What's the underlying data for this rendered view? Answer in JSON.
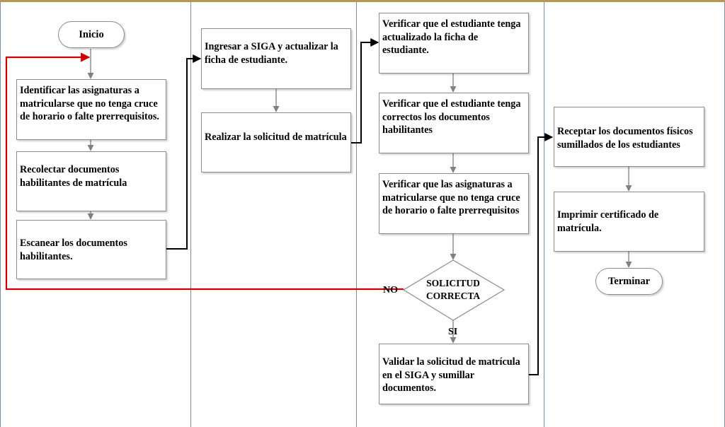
{
  "colors": {
    "lane_border": "#7a8fa8",
    "top_accent": "#b39b52",
    "box_border": "#8c8c8c",
    "gray_arrow": "#808080",
    "black_arrow": "#000000",
    "loop_arrow": "#cc0000"
  },
  "lane1": {
    "start": "Inicio",
    "step1": "Identificar las asignaturas a matricularse que no tenga cruce de  horario o falte prerrequisitos.",
    "step2": "Recolectar documentos habilitantes de matrícula",
    "step3": "Escanear los documentos habilitantes."
  },
  "lane2": {
    "step1": "Ingresar a SIGA y actualizar la ficha de estudiante.",
    "step2": "Realizar la solicitud de matrícula"
  },
  "lane3": {
    "step1": "Verificar que el estudiante tenga actualizado la ficha de estudiante.",
    "step2": "Verificar que el estudiante tenga correctos los documentos habilitantes",
    "step3": "Verificar que las asignaturas a matricularse que no tenga cruce de  horario o falte prerrequisitos",
    "decision_line1": "SOLICITUD",
    "decision_line2": "CORRECTA",
    "no_label": "NO",
    "yes_label": "SI",
    "step4": "Validar la solicitud de matrícula en el SIGA y sumillar documentos."
  },
  "lane4": {
    "step1": "Receptar los documentos físicos sumillados de los estudiantes",
    "step2": "Imprimir certificado de matrícula.",
    "end": "Terminar"
  }
}
